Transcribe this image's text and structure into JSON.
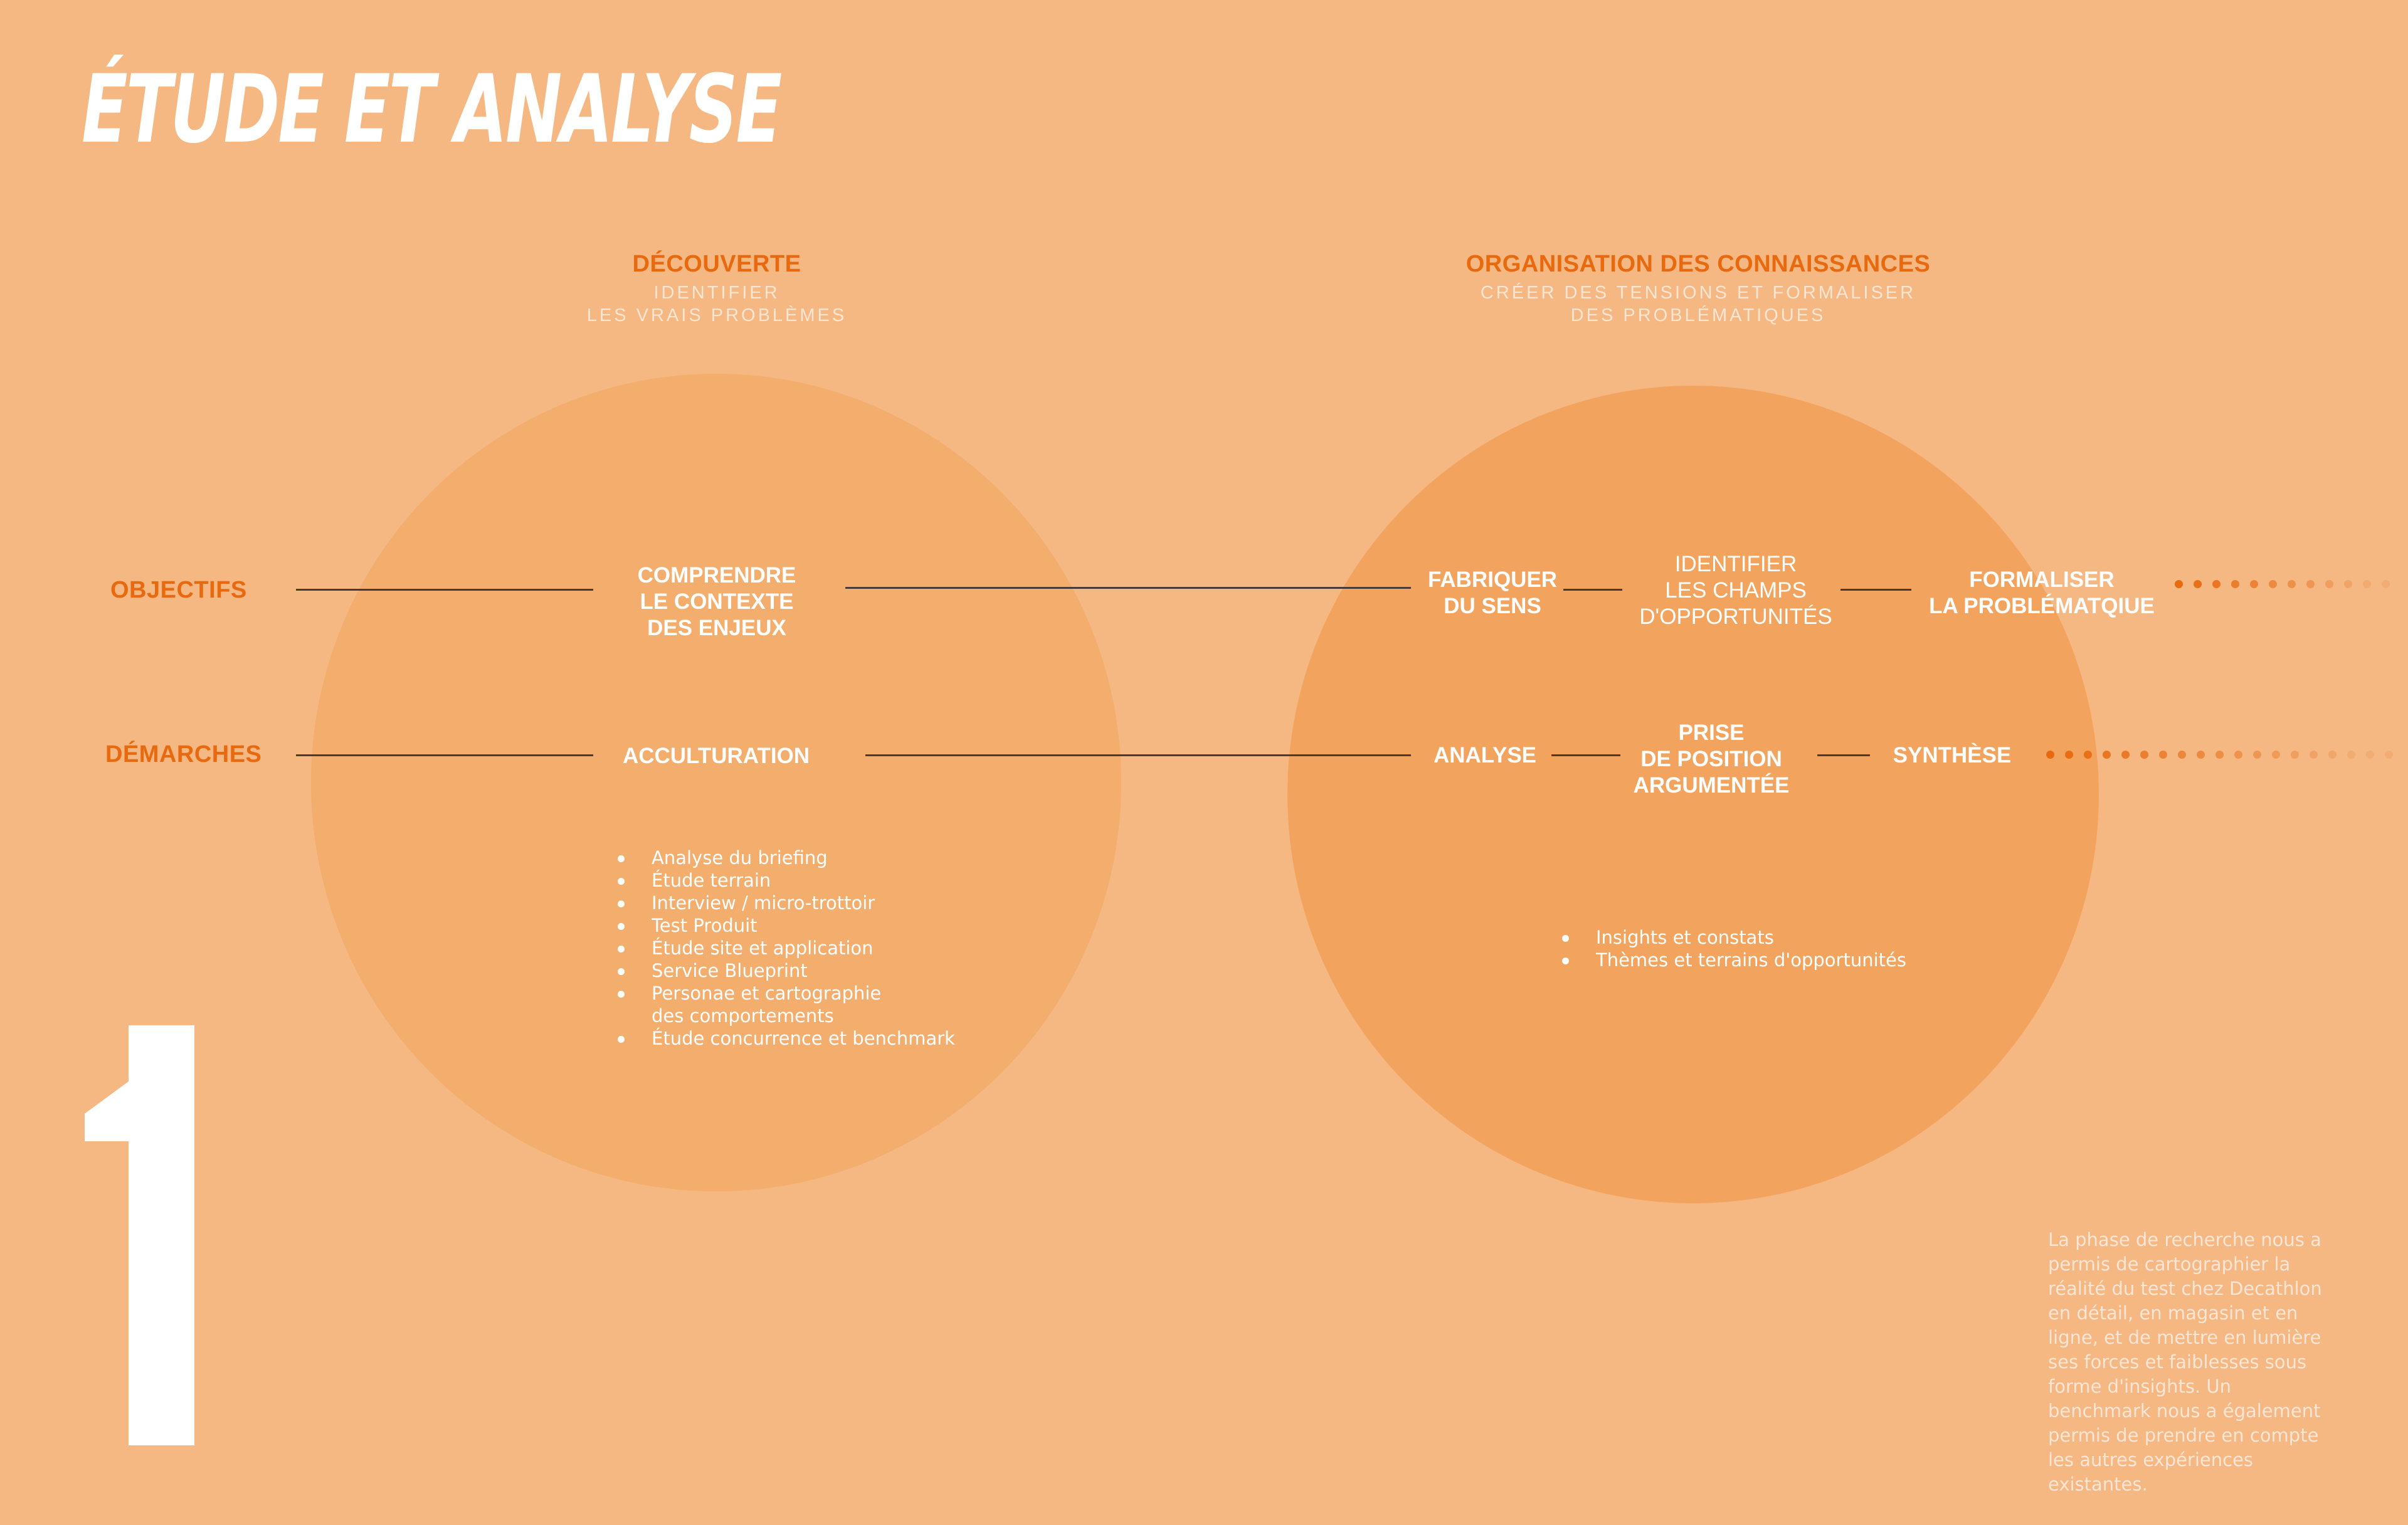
{
  "title": "ÉTUDE ET ANALYSE",
  "phases": [
    {
      "title": "DÉCOUVERTE",
      "subtitle_lines": [
        "IDENTIFIER",
        "LES VRAIS PROBLÈMES"
      ]
    },
    {
      "title": "ORGANISATION DES CONNAISSANCES",
      "subtitle_lines": [
        "CRÉER DES TENSIONS ET FORMALISER",
        "DES PROBLÉMATIQUES"
      ]
    }
  ],
  "rows": {
    "objectifs": "OBJECTIFS",
    "demarches": "DÉMARCHES"
  },
  "objectifs_steps": [
    {
      "lines": [
        "COMPRENDRE",
        "LE CONTEXTE",
        "DES ENJEUX"
      ]
    },
    {
      "lines": [
        "FABRIQUER",
        "DU SENS"
      ]
    },
    {
      "lines": [
        "IDENTIFIER",
        "LES CHAMPS",
        "D'OPPORTUNITÉS"
      ]
    },
    {
      "lines": [
        "FORMALISER",
        "LA PROBLÉMATQIUE"
      ]
    }
  ],
  "demarches_steps": [
    {
      "lines": [
        "ACCULTURATION"
      ]
    },
    {
      "lines": [
        "ANALYSE"
      ]
    },
    {
      "lines": [
        "PRISE",
        "DE POSITION",
        "ARGUMENTÉE"
      ]
    },
    {
      "lines": [
        "SYNTHÈSE"
      ]
    }
  ],
  "decouverte_list": [
    "Analyse du briefing",
    "Étude terrain",
    "Interview / micro-trottoir",
    "Test Produit",
    "Étude site et application",
    "Service Blueprint",
    "Personae et cartographie\ndes comportements",
    "Étude concurrence et benchmark"
  ],
  "organisation_list": [
    "Insights et constats",
    "Thèmes et terrains d'opportunités"
  ],
  "big_number": "1",
  "caption": "La phase de recherche nous a permis de cartographier la réalité du test chez Decathlon en détail, en magasin et en ligne, et de mettre en lumière ses forces et faiblesses sous forme d'insights. Un benchmark nous a également permis de prendre en compte les autres expériences existantes.",
  "colors": {
    "background": "#f5b883",
    "circle_left": "#f3ad6c",
    "circle_right": "#f2a45e",
    "accent": "#e8690e",
    "line": "#4a3a36"
  }
}
